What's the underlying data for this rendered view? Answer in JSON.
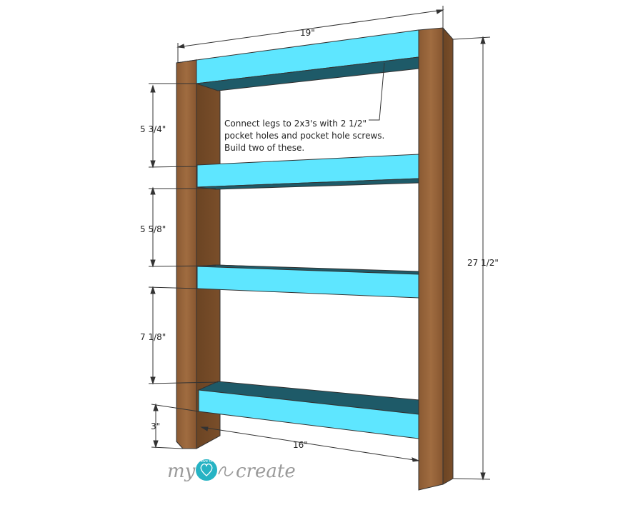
{
  "diagram": {
    "dimensions": {
      "width_top": "19\"",
      "height_total": "27 1/2\"",
      "gap_top": "5 3/4\"",
      "gap_middle": "5 5/8\"",
      "gap_lower": "7 1/8\"",
      "bottom_offset": "3\"",
      "shelf_length": "16\""
    },
    "note": {
      "line1": "Connect legs to 2x3's with 2 1/2\"",
      "line2": "pocket holes and pocket hole screws.",
      "line3": "Build two of these."
    },
    "logo": {
      "text_left": "my",
      "text_right": "create",
      "badge": "love to"
    },
    "colors": {
      "wood_light": "#9b6a3f",
      "wood_dark": "#6e4725",
      "shelf_face": "#5ee6ff",
      "shelf_dark": "#1e5a68",
      "logo_badge": "#26b3c4"
    }
  }
}
